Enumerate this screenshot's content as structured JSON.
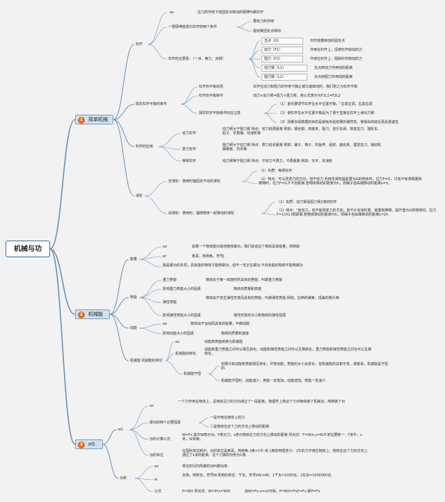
{
  "root": {
    "label": "机械与功"
  },
  "colors": {
    "line": "#6a8fb3",
    "badge": "#e66a1e",
    "section_fill": "#cfe0ee",
    "root_border": "#3a6ea5"
  },
  "sections": {
    "s1": {
      "number": "1",
      "label": "简单机械"
    },
    "s2": {
      "number": "2",
      "label": "机械能"
    },
    "s3": {
      "number": "3",
      "label": "eG"
    }
  },
  "lever": {
    "label": "杠杆",
    "def_key": "ax",
    "def_text": "在力的作用下绕固定点转动的硬棒叫做杠杆",
    "cond_label": "一根硬棒能成为杠杆的两个条件",
    "cond1": "要有力的作用",
    "cond2": "能绕某固定点转动",
    "elements_label": "杠杆的五要素：（一点、两力、双臂）",
    "elements": [
      {
        "name": "支点（O）",
        "desc": "杠杆绕着转动的固定点"
      },
      {
        "name": "动力（F1）",
        "desc": "作用在杠杆上，促使杠杆转动的力"
      },
      {
        "name": "阻力（F2）",
        "desc": "作用在杠杆上，阻碍杠杆转动的力"
      },
      {
        "name": "动力臂（L1）",
        "desc": "支点到动力作用线的距离"
      },
      {
        "name": "阻力臂（L2）",
        "desc": "支点到阻力作用线的距离"
      }
    ]
  },
  "explore": {
    "label": "探究杠杆平衡的条件",
    "state_label": "杠杆的平衡状态",
    "state_text": "杠杆在动力和阻力的作用下静止或匀速转动时，我们称之为杠杆平衡",
    "cond_label": "杠杆的平衡条件",
    "cond_text": "动力×动力臂=阻力×阻力臂，用公式表示为F1L1=F2L2",
    "attn_label": "探究杠杆平衡条件时应注意",
    "attn": [
      "（1）首先要调节杠杆在水平位置平衡，\"左高左调，右高右调",
      "（2）使杠杆在水平位置平衡是为了便于直接在杠杆上读出力臂",
      "（3）测量多组数据的目的是避免实验结果的偶然性，使得出的结论更具普遍性"
    ]
  },
  "app": {
    "label": "杠杆的应用",
    "items": [
      {
        "name": "省力杠杆",
        "desc": "动力臂大于阻力臂 特点：省力但费距离 例如：钢丝钳、核桃夹、瓶刀、自行车闸、铁皮剪刀、独轮车、起子、羊角锤、动滑轮等"
      },
      {
        "name": "费力杠杆",
        "desc": "阻力臂大于动力臂 特点：费力但省距离 例如：镊子、筷子、钓鱼竿、船浆、面包夹、理发剪刀、缝纫机脚踏板、扫帚等"
      },
      {
        "name": "等臂杠杆",
        "desc": "动力臂等于阻力臂 特点：不省力不费力，不费距离 例如：天平、定滑轮"
      }
    ]
  },
  "pulley": {
    "label": "滑轮",
    "fixed_label": "定滑轮：使用时轴固定不动的滑轮",
    "fixed1": "（1）实质：等臂杠杆",
    "fixed2": "（2）特点：可以改变力的方向，但不省力 利用定滑轮提起重为G的物体时，拉力F=G，只有不考虑绳重和摩擦时，拉力F=G.F.不省距离.若物体移动的距离为h，则绳子自由端移动的距离s=h。",
    "moving_label": "动滑轮：使用时，轴随物体一起移动的滑轮",
    "moving1": "（1）实质：动力臂是阻力臂2倍的杠杆",
    "moving2": "（2）特点：\"能省力，但不能改变力的方向；若不计动滑轮重、绳重和摩擦，提升重为G的物体时，拉力F=1/2G.f费距离.若物体移动的距离为h，则绳子自由端移动的距离s=2h."
  },
  "energy": {
    "label": "能量",
    "def_key": "ax",
    "def_text": "如果一个物体能对其他物体做功，我们就说这个物体具有能量，简称能",
    "unit_key": "er",
    "unit_text": "焦耳，简称焦，符号J",
    "note": "能是做功的本领，具有能的物体才能够做功，但不一定正在做功.不自有能的物体不能够做功"
  },
  "potential": {
    "label": "势能",
    "items": [
      {
        "name": "重力势能",
        "desc": "物体处于某一高度时所具有的势能，叫做重力势能"
      },
      {
        "name": "影响重力势能大小的因素",
        "desc": "物体的质量和高度"
      },
      {
        "name": "弹性势能",
        "desc": "物体由于发生弹性形变而具有的势能，叫做弹性势能.例如，拉伸的弹簧，扭曲的橡片等."
      },
      {
        "name": "影响弹性势能大小的因素",
        "desc": "弹性形变的大小和物体的弹性强弱"
      }
    ]
  },
  "kinetic": {
    "label": "动能",
    "def_key": "ax",
    "def_text": "物体由于运动而具有的能量，叫做动能",
    "factor_label": "影响动能大小的因素",
    "factor_text": "物体的质量和速度"
  },
  "mech": {
    "label": "机械能 机械能的转化",
    "def_key": "ax",
    "def_text": "动能和势能统称为机械能",
    "conv_label": "机械能的转化",
    "conv_text": "动能和重力势能之间可以相互转化，动能和弹性势能之间可以互相转化，重力势能和弹性势能之间也可以互相转化。",
    "cons_label": "机械能守恒",
    "cons1": "如果只有动能和势能相互转化，尽管动能、势能的大小会变化，但机械能的总和不变，或者说，机械能是守恒的.",
    "cons2": "机械能守恒时，动能减少，势能一定增加，动能增加，势能一定减少."
  },
  "work": {
    "def_key": "ax",
    "label": "eG",
    "def_text": "一个力作用在物体上，且物体沿力的方向通过了一段距离，物理学上称这个力对物体做了机械功，简称做了功",
    "factors_label": "做功的两个必要因素",
    "factor1": "一是作用在物体上的力",
    "factor2": "二是物体在这个力的方向上移动的距离",
    "formula_label": "功的计算公式",
    "formula_text": "W=Fs.其中W表示功，F表示力，s表示物体在力的方向上移动的距离.导出式：F=W/s,s=W/F.单位要统一：F单牛，s米，W单焦。",
    "unit_label": "功的单位",
    "unit_text": "在国际单位制中，功的单位是焦耳，简称焦.1焦=1牛·米.1焦的物理意义：1牛的力作用在物体上，物体在这个力的方向上通过了1米的距离，这个力做的功势为1焦."
  },
  "power": {
    "label": "功率",
    "def_key": "ax",
    "def_text": "单位时间内所做的功叫做功率.",
    "unit_key": "er",
    "unit_text": "瓦特，简称瓦，符号W.常用的单位：千瓦，符号kW.mW，1千瓦=1000瓦；1兆瓦=1000000瓦.",
    "formula_label": "公式",
    "formula1": "P=W/t.导出式：W=Pt;t=W/P.",
    "formula2": "由W=Fs,v=s/t可得，P=W/t=Fs/t=Fv,即P=Fv."
  }
}
